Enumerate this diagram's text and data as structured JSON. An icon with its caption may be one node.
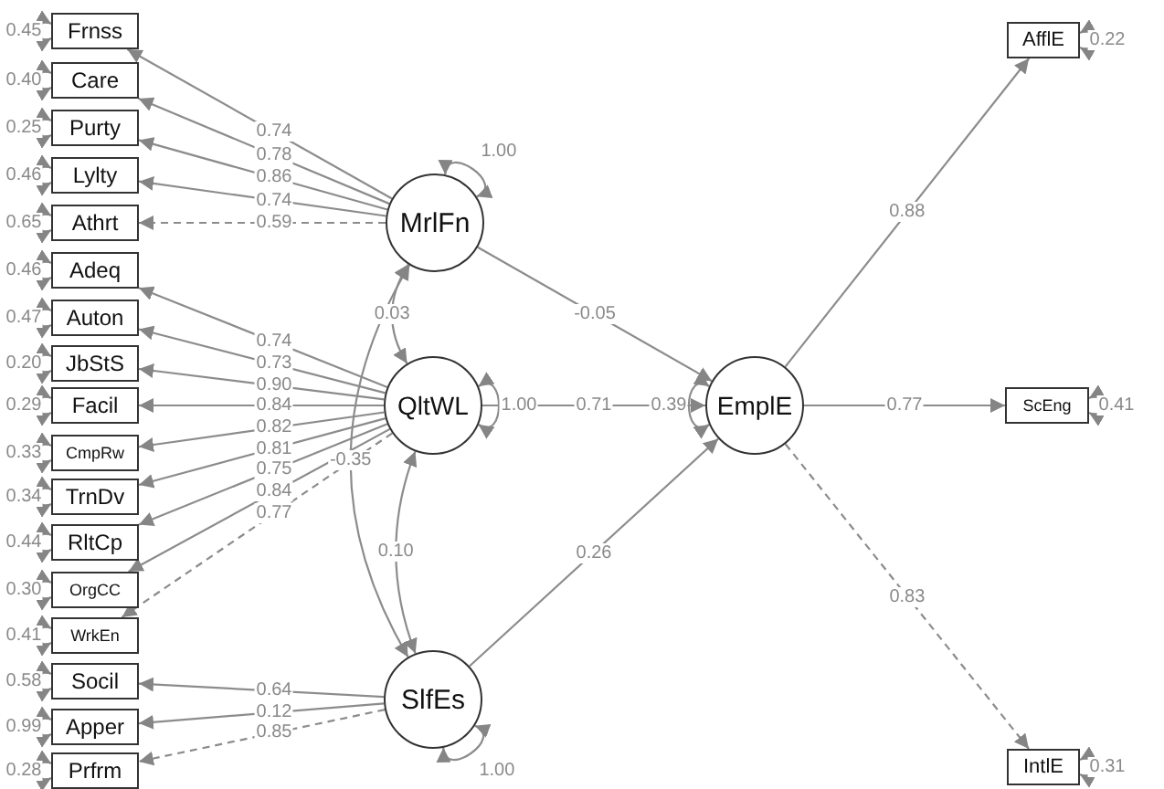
{
  "diagram": {
    "nodes": [
      {
        "text": [
          "Frnss"
        ]
      },
      {
        "text": [
          "Care"
        ]
      },
      {
        "text": [
          "Purty"
        ]
      },
      {
        "text": [
          "Lylty"
        ]
      },
      {
        "text": [
          "Athrt"
        ]
      },
      {
        "text": [
          "Adeq"
        ]
      },
      {
        "text": [
          "Auton"
        ]
      },
      {
        "text": [
          "JbStS"
        ]
      },
      {
        "text": [
          "Facil"
        ]
      },
      {
        "text": [
          "CmpRw"
        ]
      },
      {
        "text": [
          "TrnDv"
        ]
      },
      {
        "text": [
          "RltCp"
        ]
      },
      {
        "text": [
          "OrgCC"
        ]
      },
      {
        "text": [
          "WrkEn"
        ]
      },
      {
        "text": [
          "Socil"
        ]
      },
      {
        "text": [
          "Apper"
        ]
      },
      {
        "text": [
          "Prfrm"
        ]
      },
      {
        "text": [
          "MrlFn"
        ]
      },
      {
        "text": [
          "QltWL"
        ]
      },
      {
        "text": [
          "SlfEs"
        ]
      },
      {
        "text": [
          "EmplE"
        ]
      },
      {
        "text": [
          "AfflE"
        ]
      },
      {
        "text": [
          "ScEng"
        ]
      },
      {
        "text": [
          "IntlE"
        ]
      }
    ],
    "edges": [
      {
        "from": 17,
        "to": 0,
        "arrow": "to",
        "label": "0.74"
      },
      {
        "from": 17,
        "to": 1,
        "arrow": "to",
        "label": "0.78"
      },
      {
        "from": 17,
        "to": 2,
        "arrow": "to",
        "label": "0.86"
      },
      {
        "from": 17,
        "to": 3,
        "arrow": "to",
        "label": "0.74"
      },
      {
        "from": 17,
        "to": 4,
        "arrow": "to",
        "label": "0.59",
        "style": "dashed"
      },
      {
        "from": 18,
        "to": 5,
        "arrow": "to",
        "label": "0.74"
      },
      {
        "from": 18,
        "to": 6,
        "arrow": "to",
        "label": "0.73"
      },
      {
        "from": 18,
        "to": 7,
        "arrow": "to",
        "label": "0.90"
      },
      {
        "from": 18,
        "to": 8,
        "arrow": "to",
        "label": "0.84"
      },
      {
        "from": 18,
        "to": 9,
        "arrow": "to",
        "label": "0.82"
      },
      {
        "from": 18,
        "to": 10,
        "arrow": "to",
        "label": "0.81"
      },
      {
        "from": 18,
        "to": 11,
        "arrow": "to",
        "label": "0.75"
      },
      {
        "from": 18,
        "to": 12,
        "arrow": "to",
        "label": "0.84"
      },
      {
        "from": 18,
        "to": 13,
        "arrow": "to",
        "label": "0.77",
        "style": "dashed"
      },
      {
        "from": 19,
        "to": 14,
        "arrow": "to",
        "label": "0.64"
      },
      {
        "from": 19,
        "to": 15,
        "arrow": "to",
        "label": "0.12"
      },
      {
        "from": 19,
        "to": 16,
        "arrow": "to",
        "label": "0.85",
        "style": "dashed"
      },
      {
        "from": 17,
        "to": 20,
        "arrow": "to",
        "label": "-0.05"
      },
      {
        "from": 18,
        "to": 20,
        "arrow": "to",
        "label": "0.71"
      },
      {
        "from": 19,
        "to": 20,
        "arrow": "to",
        "label": "0.26"
      },
      {
        "from": 20,
        "to": 21,
        "arrow": "to",
        "label": "0.88"
      },
      {
        "from": 20,
        "to": 22,
        "arrow": "to",
        "label": "0.77"
      },
      {
        "from": 20,
        "to": 23,
        "arrow": "to",
        "label": "0.83",
        "style": "dashed"
      },
      {
        "from": 17,
        "to": 18,
        "arrow": "both",
        "label": "0.03"
      },
      {
        "from": 18,
        "to": 19,
        "arrow": "both",
        "label": "0.10"
      },
      {
        "from": 17,
        "to": 19,
        "arrow": "both",
        "label": "-0.35"
      },
      {
        "from": 17,
        "to": 17,
        "arrow": "both",
        "label": "1.00"
      },
      {
        "from": 18,
        "to": 18,
        "arrow": "both",
        "label": "1.00"
      },
      {
        "from": 19,
        "to": 19,
        "arrow": "both",
        "label": "1.00"
      },
      {
        "from": 20,
        "to": 20,
        "arrow": "both",
        "label": "0.39"
      },
      {
        "from": 0,
        "to": 0,
        "arrow": "both",
        "label": "0.45"
      },
      {
        "from": 1,
        "to": 1,
        "arrow": "both",
        "label": "0.40"
      },
      {
        "from": 2,
        "to": 2,
        "arrow": "both",
        "label": "0.25"
      },
      {
        "from": 3,
        "to": 3,
        "arrow": "both",
        "label": "0.46"
      },
      {
        "from": 4,
        "to": 4,
        "arrow": "both",
        "label": "0.65"
      },
      {
        "from": 5,
        "to": 5,
        "arrow": "both",
        "label": "0.46"
      },
      {
        "from": 6,
        "to": 6,
        "arrow": "both",
        "label": "0.47"
      },
      {
        "from": 7,
        "to": 7,
        "arrow": "both",
        "label": "0.20"
      },
      {
        "from": 8,
        "to": 8,
        "arrow": "both",
        "label": "0.29"
      },
      {
        "from": 9,
        "to": 9,
        "arrow": "both",
        "label": "0.33"
      },
      {
        "from": 10,
        "to": 10,
        "arrow": "both",
        "label": "0.34"
      },
      {
        "from": 11,
        "to": 11,
        "arrow": "both",
        "label": "0.44"
      },
      {
        "from": 12,
        "to": 12,
        "arrow": "both",
        "label": "0.30"
      },
      {
        "from": 13,
        "to": 13,
        "arrow": "both",
        "label": "0.41"
      },
      {
        "from": 14,
        "to": 14,
        "arrow": "both",
        "label": "0.58"
      },
      {
        "from": 15,
        "to": 15,
        "arrow": "both",
        "label": "0.99"
      },
      {
        "from": 16,
        "to": 16,
        "arrow": "both",
        "label": "0.28"
      },
      {
        "from": 21,
        "to": 21,
        "arrow": "both",
        "label": "0.22"
      },
      {
        "from": 22,
        "to": 22,
        "arrow": "both",
        "label": "0.41"
      },
      {
        "from": 23,
        "to": 23,
        "arrow": "both",
        "label": "0.31"
      }
    ]
  }
}
